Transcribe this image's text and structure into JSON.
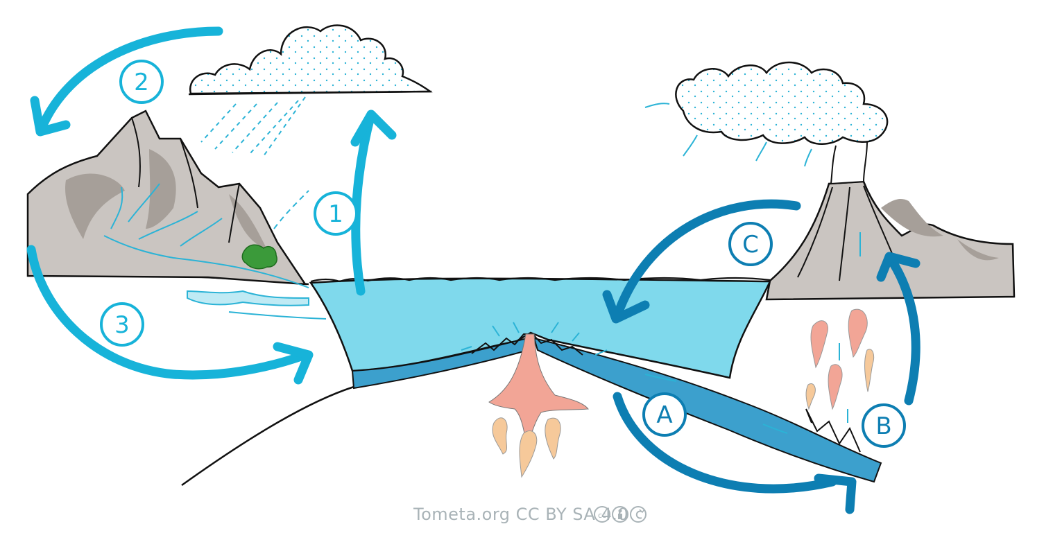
{
  "labels": {
    "one": "1",
    "two": "2",
    "three": "3",
    "a": "A",
    "b": "B",
    "c": "C"
  },
  "credit": "Tometa.org  CC BY SA 4.0",
  "icons": [
    "cc-icon",
    "by-icon",
    "sa-icon"
  ],
  "colors": {
    "light_cycle": "#17b3d9",
    "dark_cycle": "#0d7eb2",
    "sea": "#7fd9ec",
    "deep_water": "#3ca0cd",
    "mountain": "#cac5c1",
    "mountain_shadow": "#a69f99",
    "magma": "#f2a596",
    "magma_light": "#f6c99a",
    "vegetation": "#3b9a3a"
  }
}
